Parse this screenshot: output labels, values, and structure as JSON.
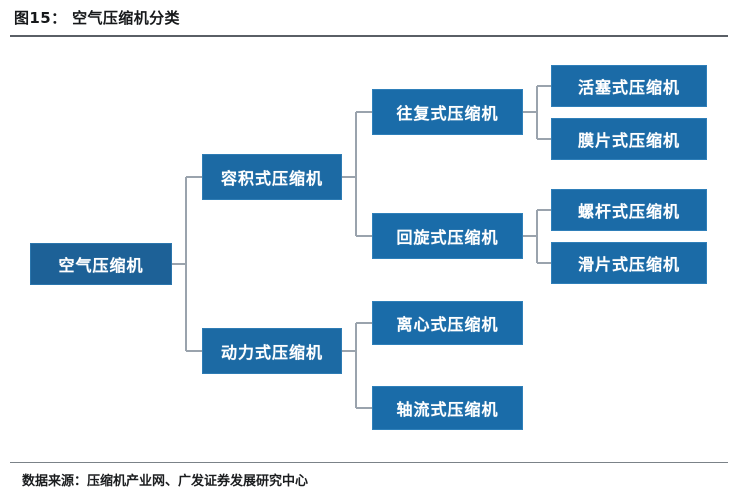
{
  "figure": {
    "title": "图15： 空气压缩机分类",
    "source": "数据来源：压缩机产业网、广发证券发展研究中心"
  },
  "theme": {
    "node_fill": "#1b6ca8",
    "node_border": "#2f7fb8",
    "node_text": "#ffffff",
    "connector": "#9aa3ad",
    "header_rule": "#5a5f66",
    "footer_rule": "#7b8288",
    "page_background": "#ffffff",
    "title_text": "#16181a"
  },
  "diagram": {
    "type": "tree",
    "orientation": "left-to-right",
    "root": {
      "id": "air-compressor",
      "label": "空气压缩机",
      "children": [
        {
          "id": "positive-displacement",
          "label": "容积式压缩机",
          "children": [
            {
              "id": "reciprocating",
              "label": "往复式压缩机",
              "children": [
                {
                  "id": "piston",
                  "label": "活塞式压缩机"
                },
                {
                  "id": "diaphragm",
                  "label": "膜片式压缩机"
                }
              ]
            },
            {
              "id": "rotary",
              "label": "回旋式压缩机",
              "children": [
                {
                  "id": "screw",
                  "label": "螺杆式压缩机"
                },
                {
                  "id": "sliding-vane",
                  "label": "滑片式压缩机"
                }
              ]
            }
          ]
        },
        {
          "id": "dynamic",
          "label": "动力式压缩机",
          "children": [
            {
              "id": "centrifugal",
              "label": "离心式压缩机"
            },
            {
              "id": "axial-flow",
              "label": "轴流式压缩机"
            }
          ]
        }
      ]
    },
    "nodes": {
      "air_compressor": "空气压缩机",
      "positive_displacement": "容积式压缩机",
      "dynamic": "动力式压缩机",
      "reciprocating": "往复式压缩机",
      "rotary": "回旋式压缩机",
      "centrifugal": "离心式压缩机",
      "axial_flow": "轴流式压缩机",
      "piston": "活塞式压缩机",
      "diaphragm": "膜片式压缩机",
      "screw": "螺杆式压缩机",
      "sliding_vane": "滑片式压缩机"
    }
  }
}
